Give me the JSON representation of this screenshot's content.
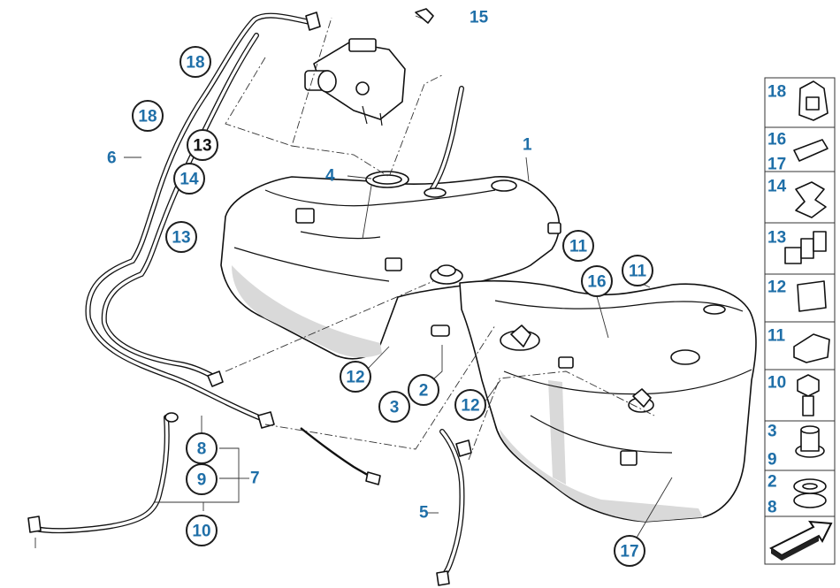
{
  "callouts": {
    "c1": "1",
    "c2": "2",
    "c3": "3",
    "c4": "4",
    "c5": "5",
    "c6": "6",
    "c7": "7",
    "c8": "8",
    "c9": "9",
    "c10": "10",
    "c11a": "11",
    "c11b": "11",
    "c12a": "12",
    "c12b": "12",
    "c13a": "13",
    "c13b": "13",
    "c14": "14",
    "c15": "15",
    "c16": "16",
    "c17": "17",
    "c18a": "18",
    "c18b": "18"
  },
  "legend_panel": {
    "cells": [
      {
        "numbers": [
          "18"
        ],
        "icon": "hose-clip-icon"
      },
      {
        "numbers": [
          "16",
          "17"
        ],
        "icon": "pad-strip-icon"
      },
      {
        "numbers": [
          "14"
        ],
        "icon": "spring-clip-icon"
      },
      {
        "numbers": [
          "13"
        ],
        "icon": "multi-clip-icon"
      },
      {
        "numbers": [
          "12"
        ],
        "icon": "square-nut-icon"
      },
      {
        "numbers": [
          "11"
        ],
        "icon": "spacer-block-icon"
      },
      {
        "numbers": [
          "10"
        ],
        "icon": "hex-bolt-icon"
      },
      {
        "numbers": [
          "3",
          "9"
        ],
        "icon": "bushing-icon"
      },
      {
        "numbers": [
          "2",
          "8"
        ],
        "icon": "grommet-icon"
      },
      {
        "numbers": [],
        "icon": "direction-arrow-icon"
      }
    ]
  },
  "colors": {
    "callout_blue": "#1f6fa8",
    "callout_dark": "#111111",
    "line": "#111111"
  }
}
